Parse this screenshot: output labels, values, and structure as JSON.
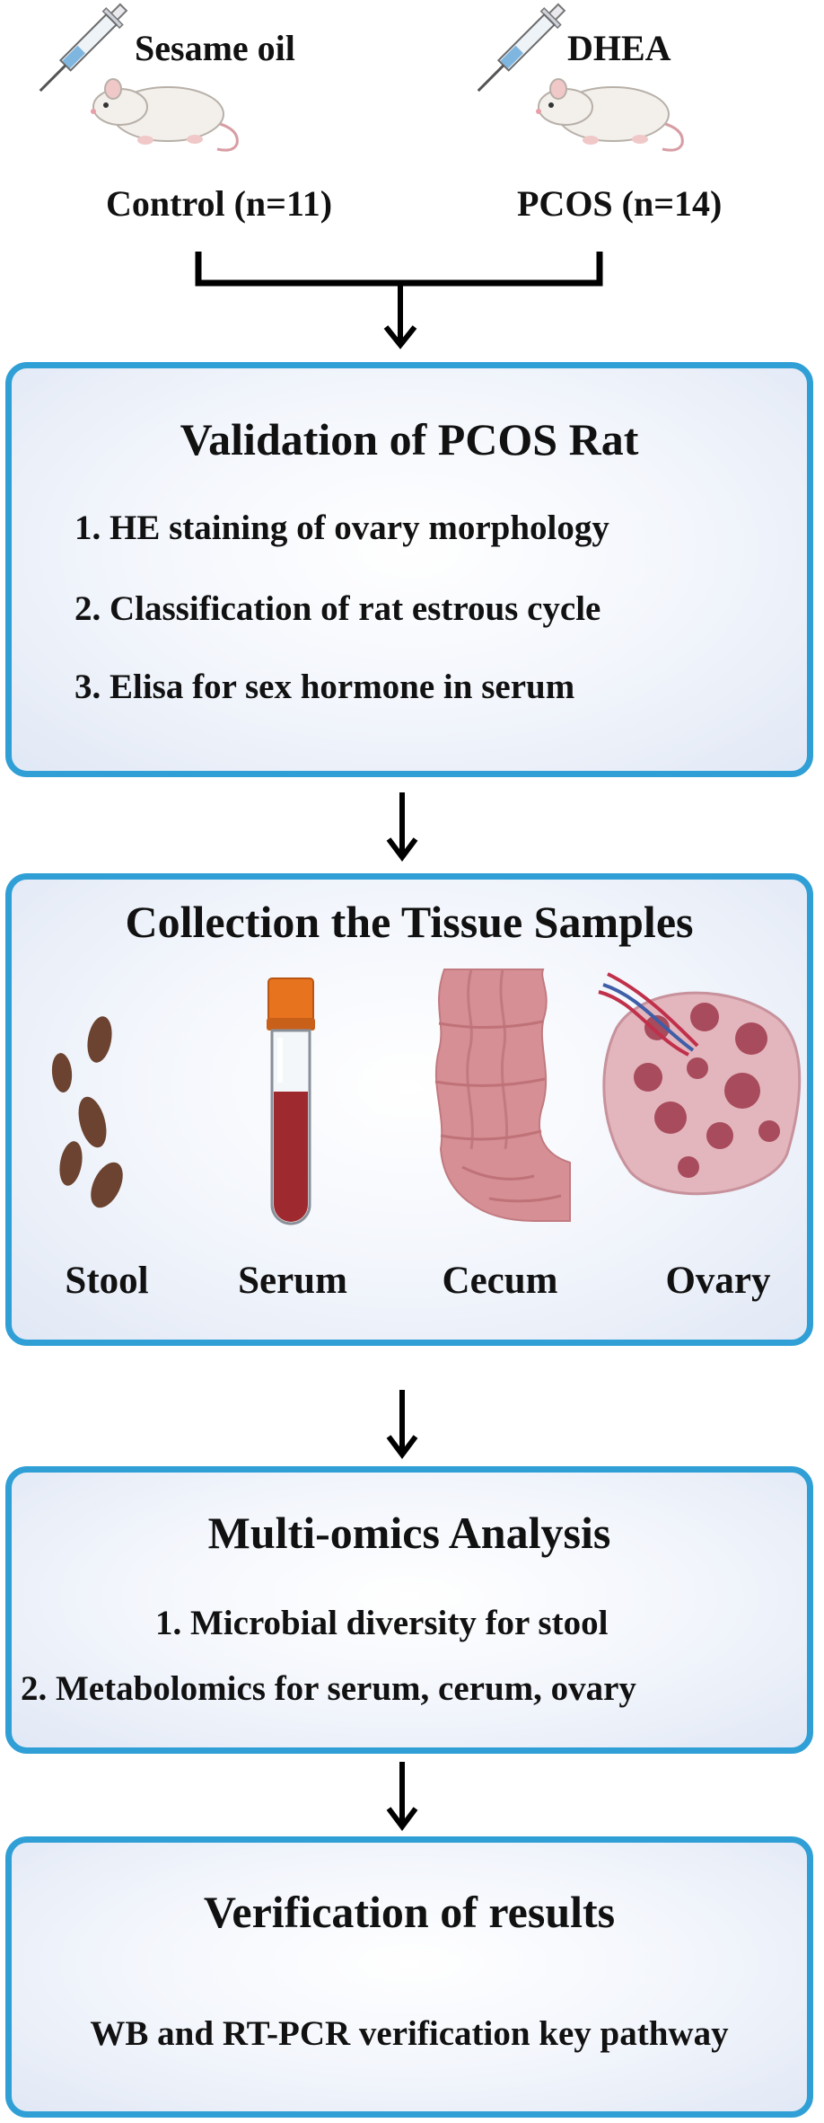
{
  "groups": {
    "control": {
      "treatment": "Sesame oil",
      "label": "Control (n=11)"
    },
    "pcos": {
      "treatment": "DHEA",
      "label": "PCOS (n=14)"
    }
  },
  "validation": {
    "title": "Validation of PCOS Rat",
    "items": [
      "1. HE staining of ovary morphology",
      "2. Classification of rat estrous cycle",
      "3.  Elisa for sex hormone in serum"
    ]
  },
  "collection": {
    "title": "Collection the Tissue Samples",
    "samples": [
      "Stool",
      "Serum",
      "Cecum",
      "Ovary"
    ]
  },
  "multiomics": {
    "title": "Multi-omics Analysis",
    "items": [
      "1.  Microbial diversity for stool",
      "2.  Metabolomics for serum, cerum, ovary"
    ]
  },
  "verification": {
    "title": "Verification of results",
    "text": "WB and RT-PCR verification key pathway"
  },
  "colors": {
    "box_border": "#2f9fd6",
    "stool": "#6b4330",
    "tube_cap": "#e8731f",
    "blood": "#9e2a30",
    "cecum": "#d69095",
    "ovary": "#d87f92"
  }
}
